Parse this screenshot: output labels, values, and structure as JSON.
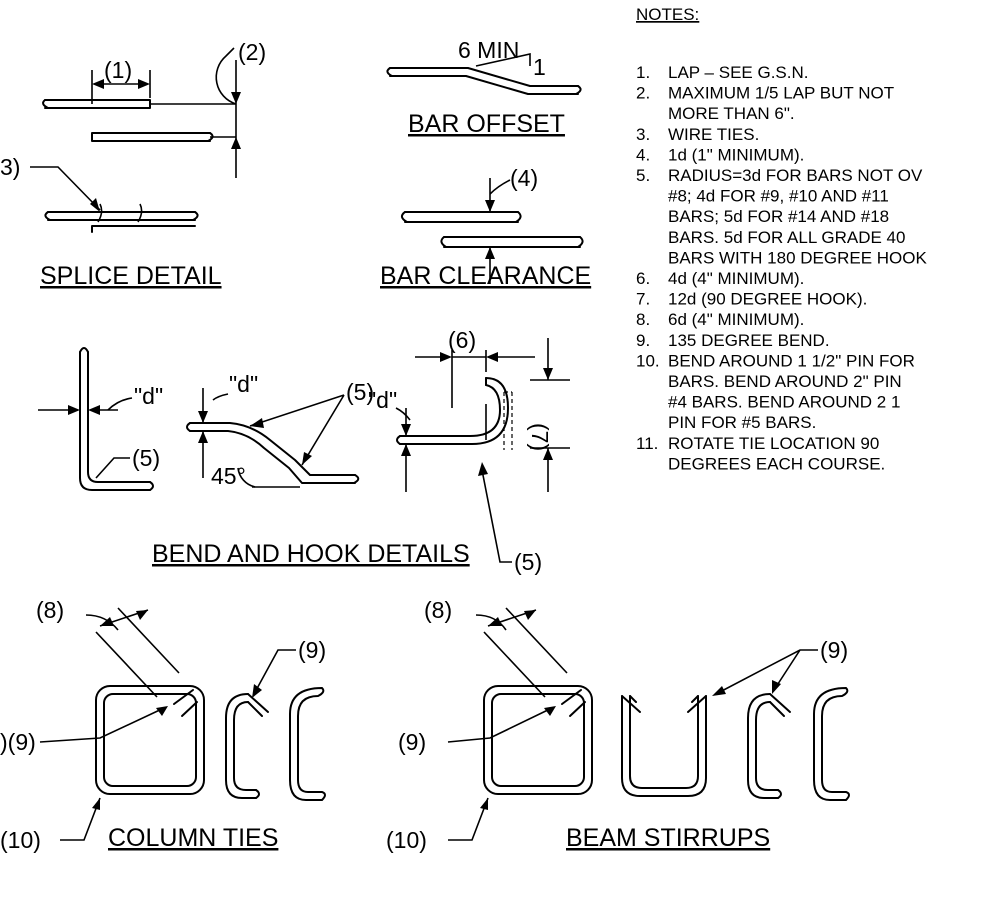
{
  "labels": {
    "splice_lap": "(1)",
    "splice_max": "(2)",
    "splice_ties": "3)",
    "offset_ratio_run": "6 MIN",
    "offset_ratio_rise": "1",
    "clearance": "(4)",
    "d1": "\"d\"",
    "d2": "\"d\"",
    "d3": "\"d\"",
    "radius_a": "(5)",
    "radius_b": "(5)",
    "radius_c": "(5)",
    "angle": "45°",
    "hook_ext": "(6)",
    "hook_90": "(7)",
    "tie_ext_col": "(8)",
    "tie_bend_col_right": "(9)",
    "tie_bend_col_left": ")(9)",
    "tie_pin_col": "(10)",
    "tie_ext_beam": "(8)",
    "tie_bend_beam_right": "(9)",
    "tie_bend_beam_left": "(9)",
    "tie_pin_beam": "(10)"
  },
  "titles": {
    "splice": "SPLICE DETAIL",
    "offset": "BAR OFFSET",
    "clearance": "BAR CLEARANCE",
    "bend": "BEND AND HOOK DETAILS",
    "column": "COLUMN TIES",
    "beam": "BEAM STIRRUPS"
  },
  "notes": {
    "heading": "NOTES:",
    "lines": [
      {
        "num": "1.",
        "text": "LAP – SEE G.S.N."
      },
      {
        "num": "2.",
        "text": "MAXIMUM 1/5 LAP BUT NOT"
      },
      {
        "num": "",
        "text": "MORE THAN 6\"."
      },
      {
        "num": "3.",
        "text": "WIRE TIES."
      },
      {
        "num": "4.",
        "text": "1d (1\" MINIMUM)."
      },
      {
        "num": "5.",
        "text": "RADIUS=3d FOR BARS NOT OV"
      },
      {
        "num": "",
        "text": "#8; 4d FOR #9, #10 AND #11"
      },
      {
        "num": "",
        "text": "BARS; 5d FOR #14 AND #18"
      },
      {
        "num": "",
        "text": "BARS.  5d FOR ALL GRADE 40"
      },
      {
        "num": "",
        "text": "BARS WITH 180  DEGREE HOOK"
      },
      {
        "num": "6.",
        "text": "4d (4\" MINIMUM)."
      },
      {
        "num": "7.",
        "text": "12d (90 DEGREE HOOK)."
      },
      {
        "num": "8.",
        "text": "6d (4\" MINIMUM)."
      },
      {
        "num": "9.",
        "text": "135 DEGREE BEND."
      },
      {
        "num": "10.",
        "text": "BEND AROUND 1 1/2\" PIN FOR"
      },
      {
        "num": "",
        "text": "BARS.  BEND AROUND 2\" PIN"
      },
      {
        "num": "",
        "text": "#4 BARS.  BEND AROUND 2 1"
      },
      {
        "num": "",
        "text": "PIN FOR #5 BARS."
      },
      {
        "num": "11.",
        "text": "ROTATE TIE LOCATION 90"
      },
      {
        "num": "",
        "text": "DEGREES EACH COURSE."
      }
    ]
  }
}
